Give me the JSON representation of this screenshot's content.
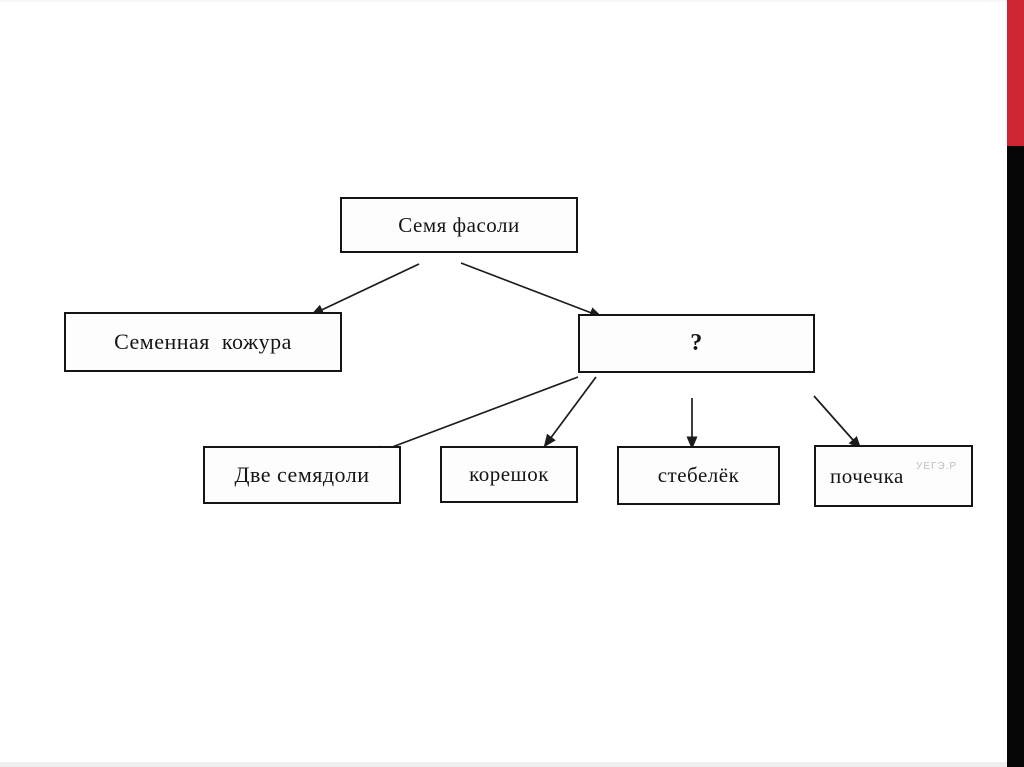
{
  "slide": {
    "background": "#ffffff",
    "accent_bar": {
      "red": "#cd2630",
      "black": "#060606"
    }
  },
  "diagram": {
    "title_node": "Семя фасоли",
    "nodes": [
      {
        "id": "seed",
        "label": "Семя фасоли"
      },
      {
        "id": "seed-coat",
        "label": "Семенная  кожура"
      },
      {
        "id": "unknown",
        "label": "?"
      },
      {
        "id": "cotyledons",
        "label": "Две семядоли"
      },
      {
        "id": "radicle",
        "label": "корешок"
      },
      {
        "id": "stem",
        "label": "стебелёк"
      },
      {
        "id": "bud",
        "label": "почечка"
      }
    ],
    "edges": [
      {
        "from": "seed",
        "to": "seed-coat"
      },
      {
        "from": "seed",
        "to": "unknown"
      },
      {
        "from": "unknown",
        "to": "cotyledons"
      },
      {
        "from": "unknown",
        "to": "radicle"
      },
      {
        "from": "unknown",
        "to": "stem"
      },
      {
        "from": "unknown",
        "to": "bud"
      }
    ],
    "line_color": "#1c1c1c"
  },
  "watermark": {
    "text": "УЕГЭ.Р"
  }
}
